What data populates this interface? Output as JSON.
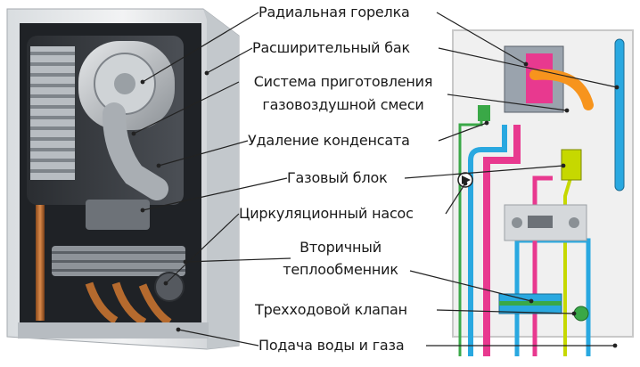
{
  "labels": [
    {
      "id": "burner",
      "text": "Радиальная горелка"
    },
    {
      "id": "exp_tank",
      "text": "Расширительный бак"
    },
    {
      "id": "mix_1",
      "text": "Система приготовления"
    },
    {
      "id": "mix_2",
      "text": "газовоздушной смеси"
    },
    {
      "id": "condensate",
      "text": "Удаление конденсата"
    },
    {
      "id": "gas_block",
      "text": "Газовый блок"
    },
    {
      "id": "pump",
      "text": "Циркуляционный насос"
    },
    {
      "id": "hex_1",
      "text": "Вторичный"
    },
    {
      "id": "hex_2",
      "text": "теплообменник"
    },
    {
      "id": "valve",
      "text": "Трехходовой клапан"
    },
    {
      "id": "supply",
      "text": "Подача воды и газа"
    }
  ],
  "colors": {
    "hot": "#e8398f",
    "cold": "#29a8e0",
    "gas": "#c6d800",
    "return": "#3aa847",
    "flame": "#f7941d",
    "leader": "#222222"
  }
}
